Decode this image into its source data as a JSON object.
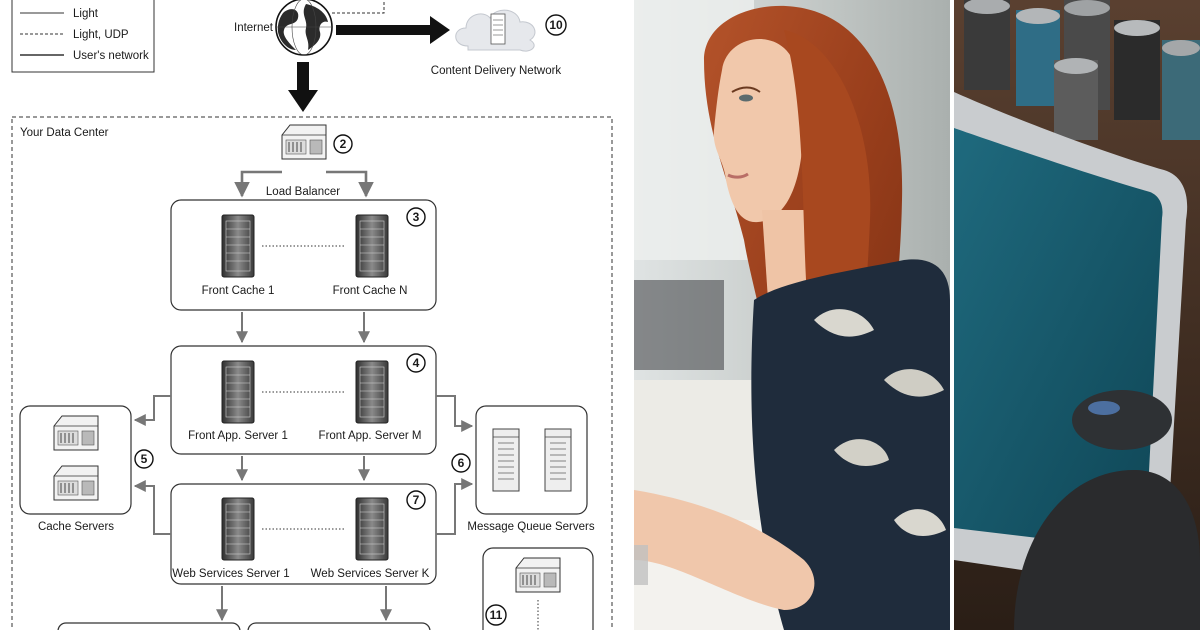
{
  "legend": {
    "items": [
      {
        "label": "Light",
        "style": "solid"
      },
      {
        "label": "Light, UDP",
        "style": "dashed"
      },
      {
        "label": "User's network",
        "style": "solid"
      }
    ]
  },
  "nodes": {
    "internet": "Internet",
    "cdn": "Content Delivery Network",
    "data_center": "Your Data Center",
    "load_balancer": "Load Balancer",
    "front_cache_1": "Front Cache 1",
    "front_cache_n": "Front Cache N",
    "front_app_1": "Front App. Server 1",
    "front_app_m": "Front App. Server M",
    "cache_servers": "Cache Servers",
    "message_queue": "Message Queue Servers",
    "web_services_1": "Web Services Server 1",
    "web_services_k": "Web Services Server K"
  },
  "markers": {
    "load_balancer": "2",
    "front_cache": "3",
    "front_app": "4",
    "cache_servers": "5",
    "message_queue": "6",
    "web_services": "7",
    "cdn": "10",
    "bottom_right": "11"
  },
  "colors": {
    "line": "#222222",
    "arrow_grey": "#777777",
    "server_dark": "#4a4a4a",
    "cdn_cloud": "#e6e8ec"
  },
  "photos": {
    "left": {
      "subject": "woman-with-red-hair-at-computer"
    },
    "right": {
      "subject": "laptop-with-mouse-and-cans"
    }
  }
}
